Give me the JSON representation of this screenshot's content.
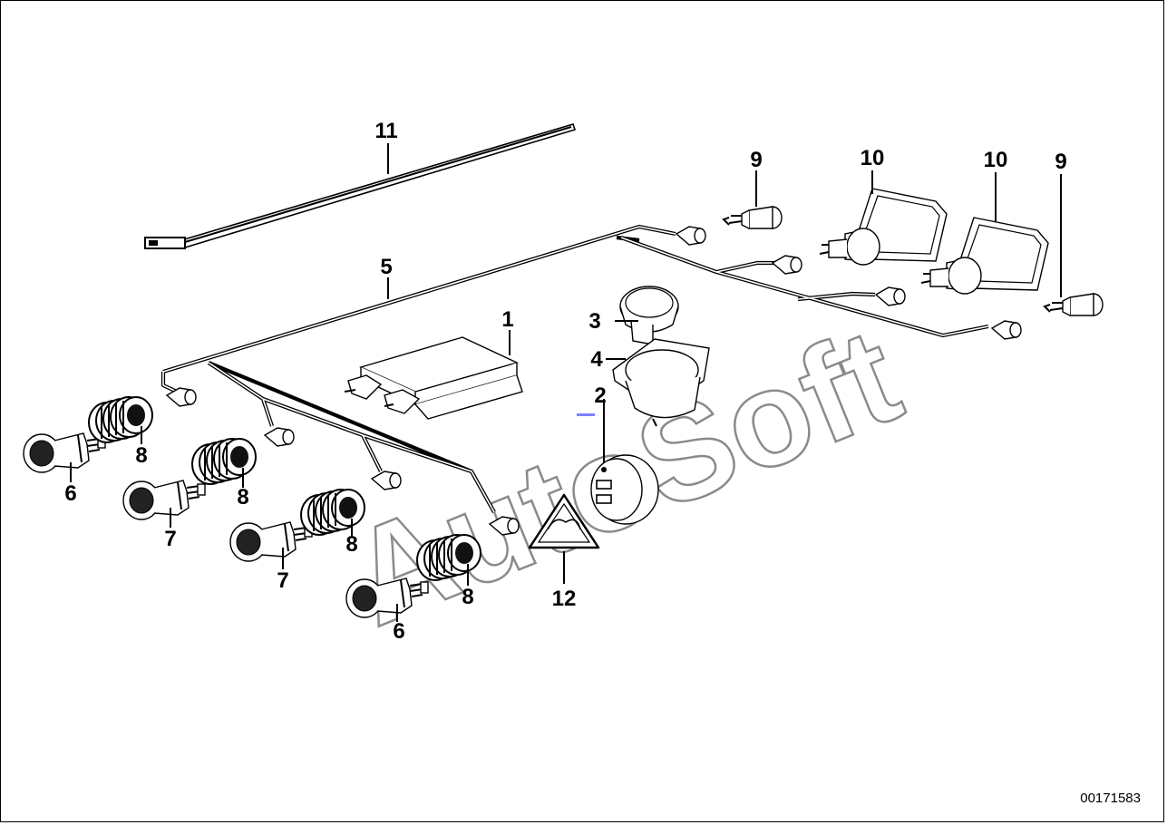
{
  "diagram": {
    "watermark": "AutoSoft",
    "reference_number": "00171583",
    "accent_color": "#8080ff",
    "callouts": [
      {
        "id": "c1",
        "label": "1"
      },
      {
        "id": "c2",
        "label": "2"
      },
      {
        "id": "c3",
        "label": "3"
      },
      {
        "id": "c4",
        "label": "4"
      },
      {
        "id": "c5",
        "label": "5"
      },
      {
        "id": "c6a",
        "label": "6"
      },
      {
        "id": "c6b",
        "label": "6"
      },
      {
        "id": "c7a",
        "label": "7"
      },
      {
        "id": "c7b",
        "label": "7"
      },
      {
        "id": "c8a",
        "label": "8"
      },
      {
        "id": "c8b",
        "label": "8"
      },
      {
        "id": "c8c",
        "label": "8"
      },
      {
        "id": "c8d",
        "label": "8"
      },
      {
        "id": "c9a",
        "label": "9"
      },
      {
        "id": "c9b",
        "label": "9"
      },
      {
        "id": "c10a",
        "label": "10"
      },
      {
        "id": "c10b",
        "label": "10"
      },
      {
        "id": "c11",
        "label": "11"
      },
      {
        "id": "c12",
        "label": "12"
      }
    ]
  }
}
